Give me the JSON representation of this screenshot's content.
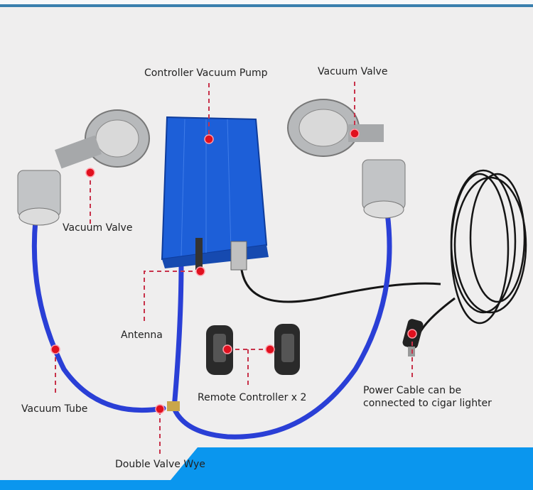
{
  "labels": {
    "controller_pump": "Controller Vacuum Pump",
    "vacuum_valve_right": "Vacuum Valve",
    "vacuum_valve_left": "Vacuum Valve",
    "antenna": "Antenna",
    "remote_controller": "Remote Controller x 2",
    "power_cable_line1": "Power Cable can be",
    "power_cable_line2": "connected to cigar lighter",
    "vacuum_tube": "Vacuum Tube",
    "double_valve_wye": "Double Valve Wye"
  },
  "colors": {
    "background": "#efeeee",
    "accent_blue": "#0a96ee",
    "tube_blue": "#2a3fd6",
    "box_blue": "#1d5fd8",
    "marker_red": "#e0101e"
  }
}
